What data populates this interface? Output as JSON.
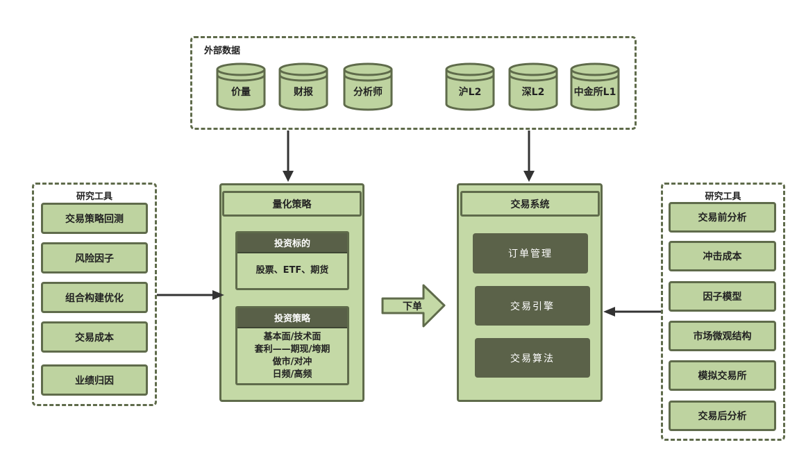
{
  "external_data": {
    "title": "外部数据",
    "sources": [
      "价量",
      "财报",
      "分析师",
      "沪L2",
      "深L2",
      "中金所L1"
    ]
  },
  "left_tools": {
    "title": "研究工具",
    "items": [
      "交易策略回测",
      "风险因子",
      "组合构建优化",
      "交易成本",
      "业绩归因"
    ]
  },
  "quant_strategy": {
    "title": "量化策略",
    "targets": {
      "header": "投资标的",
      "body": "股票、ETF、期货"
    },
    "strategies": {
      "header": "投资策略",
      "lines": [
        "基本面/技术面",
        "套利——期现/垮期",
        "做市/对冲",
        "日频/高频"
      ]
    }
  },
  "order_arrow": {
    "label": "下单"
  },
  "trading_system": {
    "title": "交易系统",
    "modules": [
      "订单管理",
      "交易引擎",
      "交易算法"
    ]
  },
  "right_tools": {
    "title": "研究工具",
    "items": [
      "交易前分析",
      "冲击成本",
      "因子模型",
      "市场微观结构",
      "模拟交易所",
      "交易后分析"
    ]
  },
  "colors": {
    "light_green": "#c4d9a6",
    "dark_green": "#5b6249",
    "border": "#5f6b4b"
  }
}
